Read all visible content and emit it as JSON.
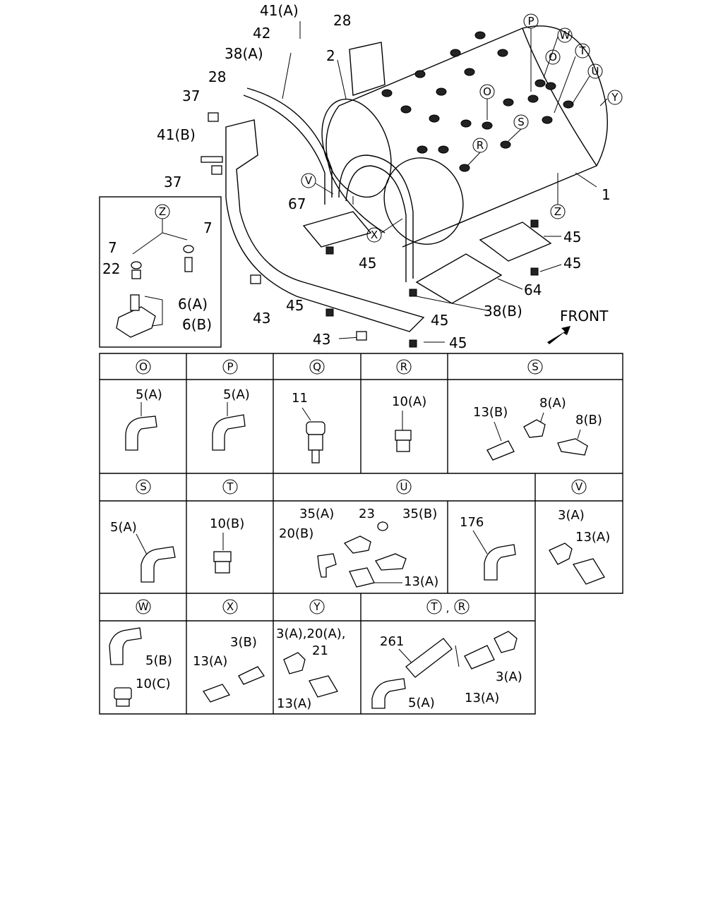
{
  "main_diagram": {
    "callouts": [
      "41(A)",
      "42",
      "28",
      "38(A)",
      "2",
      "28",
      "37",
      "41(B)",
      "37",
      "67",
      "45",
      "43",
      "45",
      "43",
      "45",
      "38(B)",
      "45",
      "64",
      "45",
      "45",
      "1"
    ],
    "circled": [
      "P",
      "W",
      "O",
      "T",
      "U",
      "Y",
      "O",
      "S",
      "R",
      "V",
      "X",
      "Z"
    ],
    "front_label": "FRONT"
  },
  "inset_z": {
    "header": "Z",
    "callouts": [
      "7",
      "7",
      "22",
      "6(A)",
      "6(B)"
    ]
  },
  "detail_table": {
    "row1": [
      {
        "key": "O",
        "parts": [
          "5(A)"
        ]
      },
      {
        "key": "P",
        "parts": [
          "5(A)"
        ]
      },
      {
        "key": "Q",
        "parts": [
          "11"
        ]
      },
      {
        "key": "R",
        "parts": [
          "10(A)"
        ]
      },
      {
        "key": "S",
        "parts": [
          "13(B)",
          "8(A)",
          "8(B)"
        ]
      }
    ],
    "row2": [
      {
        "key": "S",
        "parts": [
          "5(A)"
        ]
      },
      {
        "key": "T",
        "parts": [
          "10(B)"
        ]
      },
      {
        "key": "U",
        "parts": [
          "35(A)",
          "23",
          "35(B)",
          "20(B)",
          "13(A)",
          "176"
        ]
      },
      {
        "key": "V",
        "parts": [
          "3(A)",
          "13(A)"
        ]
      }
    ],
    "row3": [
      {
        "key": "W",
        "parts": [
          "5(B)",
          "10(C)"
        ]
      },
      {
        "key": "X",
        "parts": [
          "13(A)",
          "3(B)"
        ]
      },
      {
        "key": "Y",
        "parts": [
          "3(A),20(A),",
          "21",
          "13(A)"
        ]
      },
      {
        "keys": [
          "T",
          "R"
        ],
        "sep": ",",
        "parts": [
          "261",
          "3(A)",
          "5(A)",
          "13(A)"
        ]
      }
    ]
  }
}
